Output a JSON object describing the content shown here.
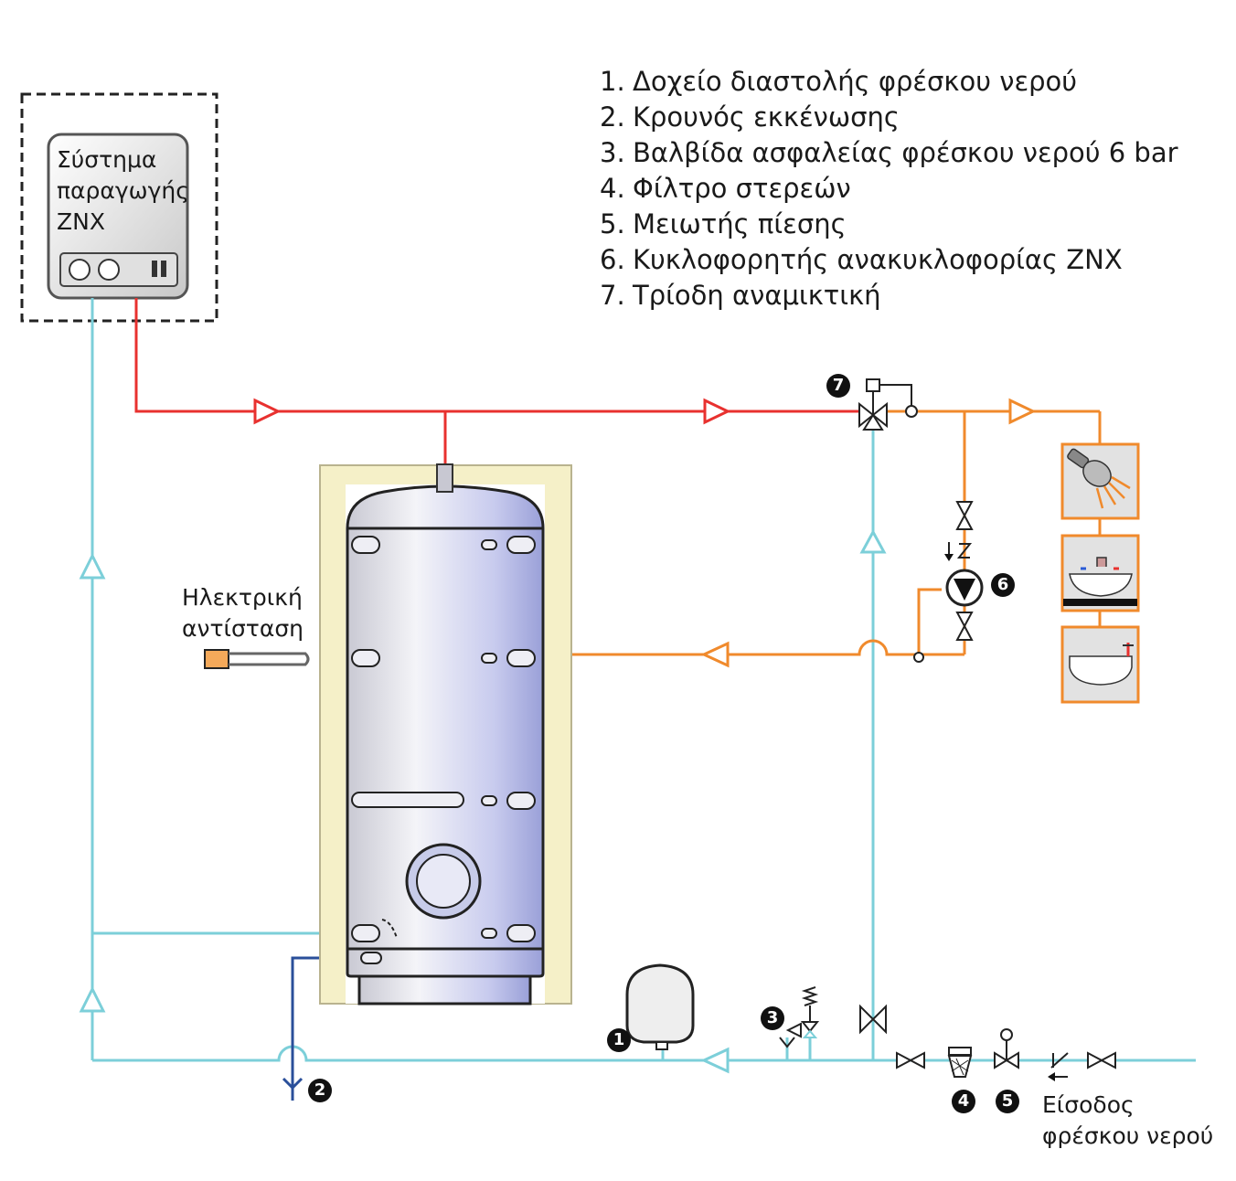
{
  "legend": [
    {
      "num": "1.",
      "label": "Δοχείο διαστολής φρέσκου νερού"
    },
    {
      "num": "2.",
      "label": "Κρουνός εκκένωσης"
    },
    {
      "num": "3.",
      "label": "Βαλβίδα ασφαλείας φρέσκου νερού 6 bar"
    },
    {
      "num": "4.",
      "label": "Φίλτρο στερεών"
    },
    {
      "num": "5.",
      "label": "Μειωτής πίεσης"
    },
    {
      "num": "6.",
      "label": "Κυκλοφορητής ανακυκλοφορίας ZNX"
    },
    {
      "num": "7.",
      "label": "Τρίοδη αναμικτική"
    }
  ],
  "generator": {
    "line1": "Σύστημα",
    "line2": "παραγωγής",
    "line3": "ZNX"
  },
  "heater": {
    "line1": "Ηλεκτρική",
    "line2": "αντίσταση"
  },
  "inlet": {
    "line1": "Είσοδος",
    "line2": "φρέσκου νερού"
  },
  "badges": {
    "b1": "1",
    "b2": "2",
    "b3": "3",
    "b4": "4",
    "b5": "5",
    "b6": "6",
    "b7": "7"
  },
  "colors": {
    "hot": "#e8312f",
    "mixed": "#f08a2c",
    "cold": "#7ccfd9",
    "drain": "#2a4f9a",
    "insulation": "#f5f0c8"
  }
}
